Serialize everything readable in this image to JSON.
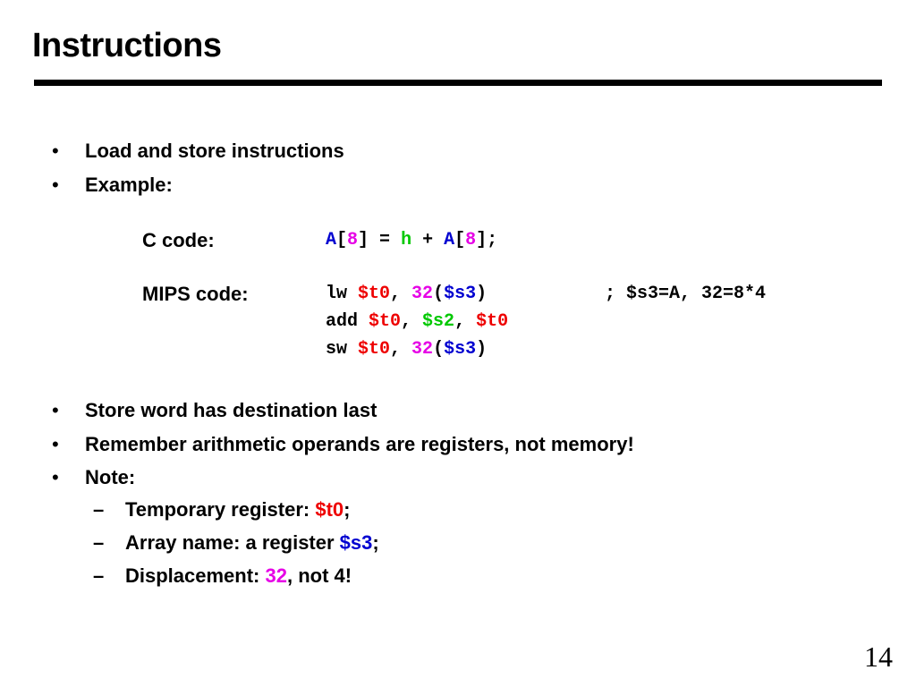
{
  "title": "Instructions",
  "bullets_top": [
    {
      "bullet": "•",
      "text": "Load and store instructions"
    },
    {
      "bullet": "•",
      "text": "Example:"
    }
  ],
  "c_code": {
    "label": "C code:",
    "tokens": [
      "A",
      "[",
      "8",
      "] = ",
      "h",
      " + ",
      "A",
      "[",
      "8",
      "];"
    ]
  },
  "mips_code": {
    "label": "MIPS code:",
    "line1": [
      "lw ",
      "$t0",
      ", ",
      "32",
      "(",
      "$s3",
      ")"
    ],
    "comment": "; $s3=A, 32=8*4",
    "line2": [
      "add ",
      "$t0",
      ", ",
      "$s2",
      ", ",
      "$t0"
    ],
    "line3": [
      "sw ",
      "$t0",
      ", ",
      "32",
      "(",
      "$s3",
      ")"
    ]
  },
  "bullets_bottom": [
    {
      "bullet": "•",
      "text": "Store word has destination last"
    },
    {
      "bullet": "•",
      "text": "Remember arithmetic operands are registers, not memory!"
    },
    {
      "bullet": "•",
      "text": "Note:"
    }
  ],
  "sub_bullets": [
    {
      "dash": "–",
      "text": "Temporary register: ",
      "value": "$t0",
      "suffix": ";"
    },
    {
      "dash": "–",
      "text": "Array name: a register ",
      "value": "$s3",
      "suffix": ";"
    },
    {
      "dash": "–",
      "text": "Displacement: ",
      "value": "32",
      "suffix": ", not 4!"
    }
  ],
  "page_number": "14",
  "colors": {
    "array_name": "#0000d0",
    "temp_register": "#ee0000",
    "constant": "#e600e6",
    "variable": "#00c800"
  }
}
